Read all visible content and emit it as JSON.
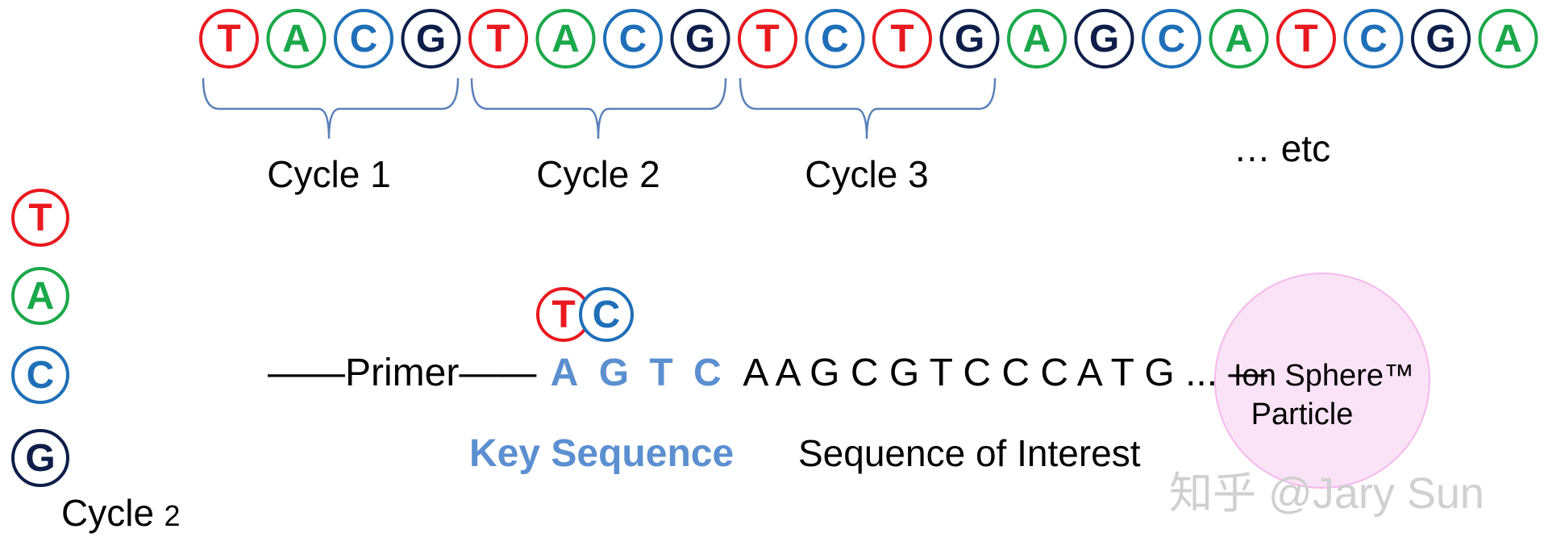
{
  "colors": {
    "T": "#e8191f",
    "A": "#1ba84a",
    "C": "#1f6fb8",
    "G": "#0e1e4a",
    "bracket": "#5a80b8",
    "key": "#5b8fd0",
    "sphere_fill": "#fbe3f7",
    "sphere_stroke": "#f5b8ec"
  },
  "flow_order": [
    "T",
    "A",
    "C",
    "G",
    "T",
    "A",
    "C",
    "G",
    "T",
    "C",
    "T",
    "G",
    "A",
    "G",
    "C",
    "A",
    "T",
    "C",
    "G",
    "A"
  ],
  "cycles": [
    {
      "label": "Cycle 1"
    },
    {
      "label": "Cycle 2"
    },
    {
      "label": "Cycle 3"
    }
  ],
  "etc_label": "… etc",
  "legend": {
    "nucleotides": [
      "T",
      "A",
      "C",
      "G"
    ],
    "cycle_label": "Cycle",
    "cycle_number": "2"
  },
  "incorporated": [
    "T",
    "C"
  ],
  "strand": {
    "lead": "——Primer——",
    "key": [
      "A",
      "G",
      "T",
      "C"
    ],
    "interest": "A A G C G T C C C A T G ...",
    "tail": "—"
  },
  "sphere": {
    "line1": "Ion Sphere™",
    "line2": "Particle"
  },
  "key_label": "Key Sequence",
  "interest_label": "Sequence of Interest",
  "watermark": "知乎 @Jary Sun"
}
